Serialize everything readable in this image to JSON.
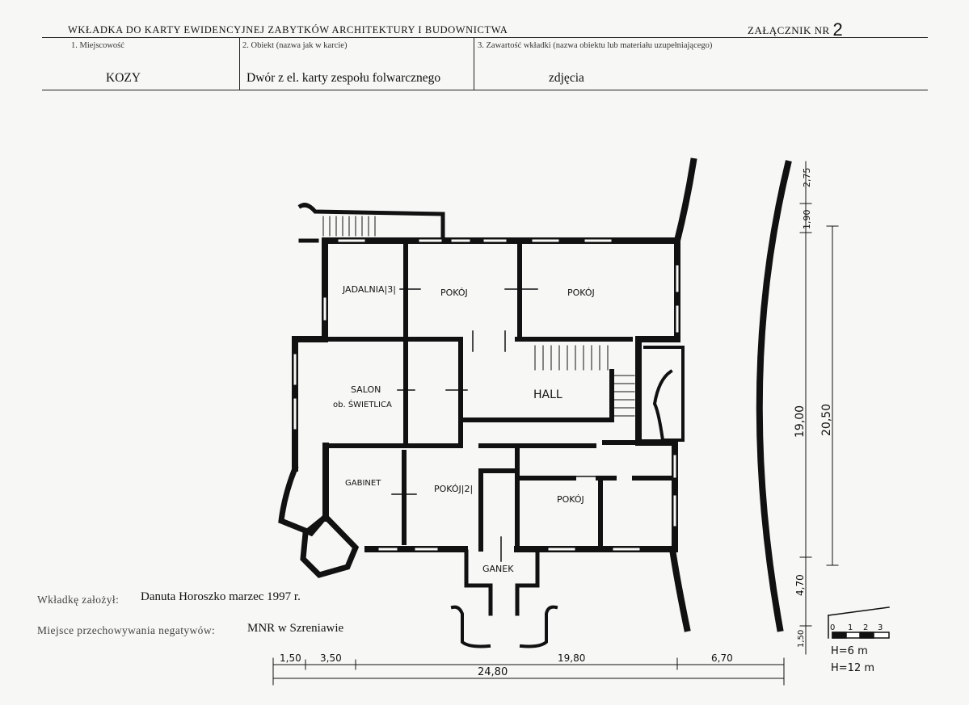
{
  "header": {
    "title": "WKŁADKA DO KARTY EWIDENCYJNEJ ZABYTKÓW ARCHITEKTURY I BUDOWNICTWA",
    "annex_label": "ZAŁĄCZNIK NR",
    "annex_number": "2"
  },
  "form": {
    "col1_label": "1. Miejscowość",
    "col1_value": "KOZY",
    "col2_label": "2. Obiekt (nazwa jak w karcie)",
    "col2_value": "Dwór z el. karty zespołu folwarcznego",
    "col3_label": "3. Zawartość wkładki (nazwa obiektu lub materiału uzupełniającego)",
    "col3_value": "zdjęcia"
  },
  "plan": {
    "rooms": {
      "jadalnia": "JADALNIA|3|",
      "pokoj1": "POKÓJ",
      "pokoj2": "POKÓJ",
      "salon_line1": "SALON",
      "salon_line2": "ob. ŚWIETLICA",
      "hall": "HALL",
      "gabinet": "GABINET",
      "pokoj3": "POKÓJ|2|",
      "pokoj4": "POKÓJ",
      "ganek": "GANEK"
    },
    "dims": {
      "d150": "1,50",
      "d350": "3,50",
      "d1980": "19,80",
      "d670": "6,70",
      "d2480": "24,80",
      "r275": "2,75",
      "r190": "1,90",
      "r1900": "19,00",
      "r2050": "20,50",
      "r470": "4,70",
      "r150": "1,50"
    },
    "scale": {
      "ticks": [
        "0",
        "1",
        "2",
        "3"
      ],
      "h1": "H=6 m",
      "h2": "H=12 m"
    }
  },
  "footer": {
    "author_label": "Wkładkę założył:",
    "author_value": "Danuta Horoszko  marzec 1997 r.",
    "storage_label": "Miejsce przechowywania negatywów:",
    "storage_value": "MNR w Szreniawie"
  }
}
